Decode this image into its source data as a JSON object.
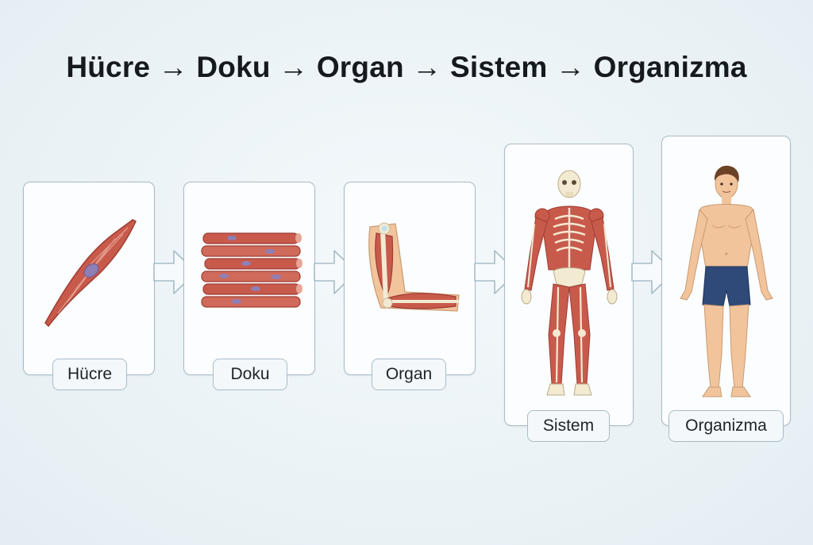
{
  "title": "Hücre → Doku → Organ → Sistem → Organizma",
  "stages": [
    {
      "label": "Hücre",
      "icon": "muscle-cell-icon"
    },
    {
      "label": "Doku",
      "icon": "muscle-tissue-icon"
    },
    {
      "label": "Organ",
      "icon": "arm-muscle-icon"
    },
    {
      "label": "Sistem",
      "icon": "muscular-skeletal-system-icon"
    },
    {
      "label": "Organizma",
      "icon": "human-body-icon"
    }
  ],
  "colors": {
    "muscle": "#c85a4c",
    "muscle_light": "#e29a8a",
    "nucleus": "#8e7fb5",
    "bone": "#f3ead2",
    "skin": "#f2c49c",
    "shorts": "#2f4a78",
    "hair": "#6b4226",
    "arrow_fill": "#f6fafc",
    "border": "#a9bcc6"
  }
}
